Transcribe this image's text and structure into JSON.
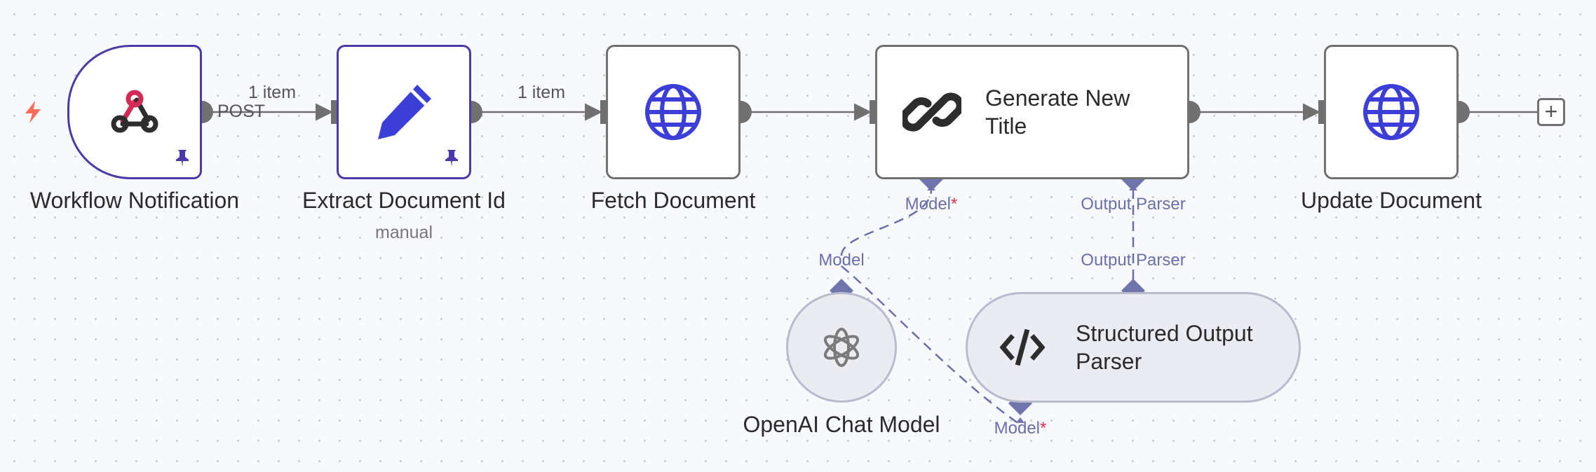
{
  "nodes": {
    "workflow_notification": {
      "label": "Workflow Notification",
      "icon": "webhook-icon"
    },
    "extract_document_id": {
      "label": "Extract Document Id",
      "subtitle": "manual",
      "icon": "pencil-icon"
    },
    "fetch_document": {
      "label": "Fetch Document",
      "icon": "globe-icon"
    },
    "generate_new_title": {
      "label_line1": "Generate New",
      "label_line2": "Title",
      "icon": "chain-link-icon"
    },
    "update_document": {
      "label": "Update Document",
      "icon": "globe-icon"
    },
    "openai_chat_model": {
      "label": "OpenAI Chat Model",
      "icon": "openai-icon"
    },
    "structured_output_parser": {
      "label_line1": "Structured Output",
      "label_line2": "Parser",
      "icon": "code-icon"
    }
  },
  "edges": {
    "webhook_out_label": "POST",
    "items_1": "1 item",
    "items_2": "1 item"
  },
  "ports": {
    "generate_model": "Model",
    "generate_required": "*",
    "generate_output_parser": "Output Parser",
    "openai_model": "Model",
    "parser_output_parser": "Output Parser",
    "parser_model": "Model",
    "parser_required": "*"
  },
  "colors": {
    "accent": "#3b3fd8",
    "selected_border": "#4a3aa8",
    "connection": "#707070",
    "sub_connection": "#6a6fa8",
    "trigger_bolt": "#ff6d5a",
    "required": "#e0304e"
  }
}
